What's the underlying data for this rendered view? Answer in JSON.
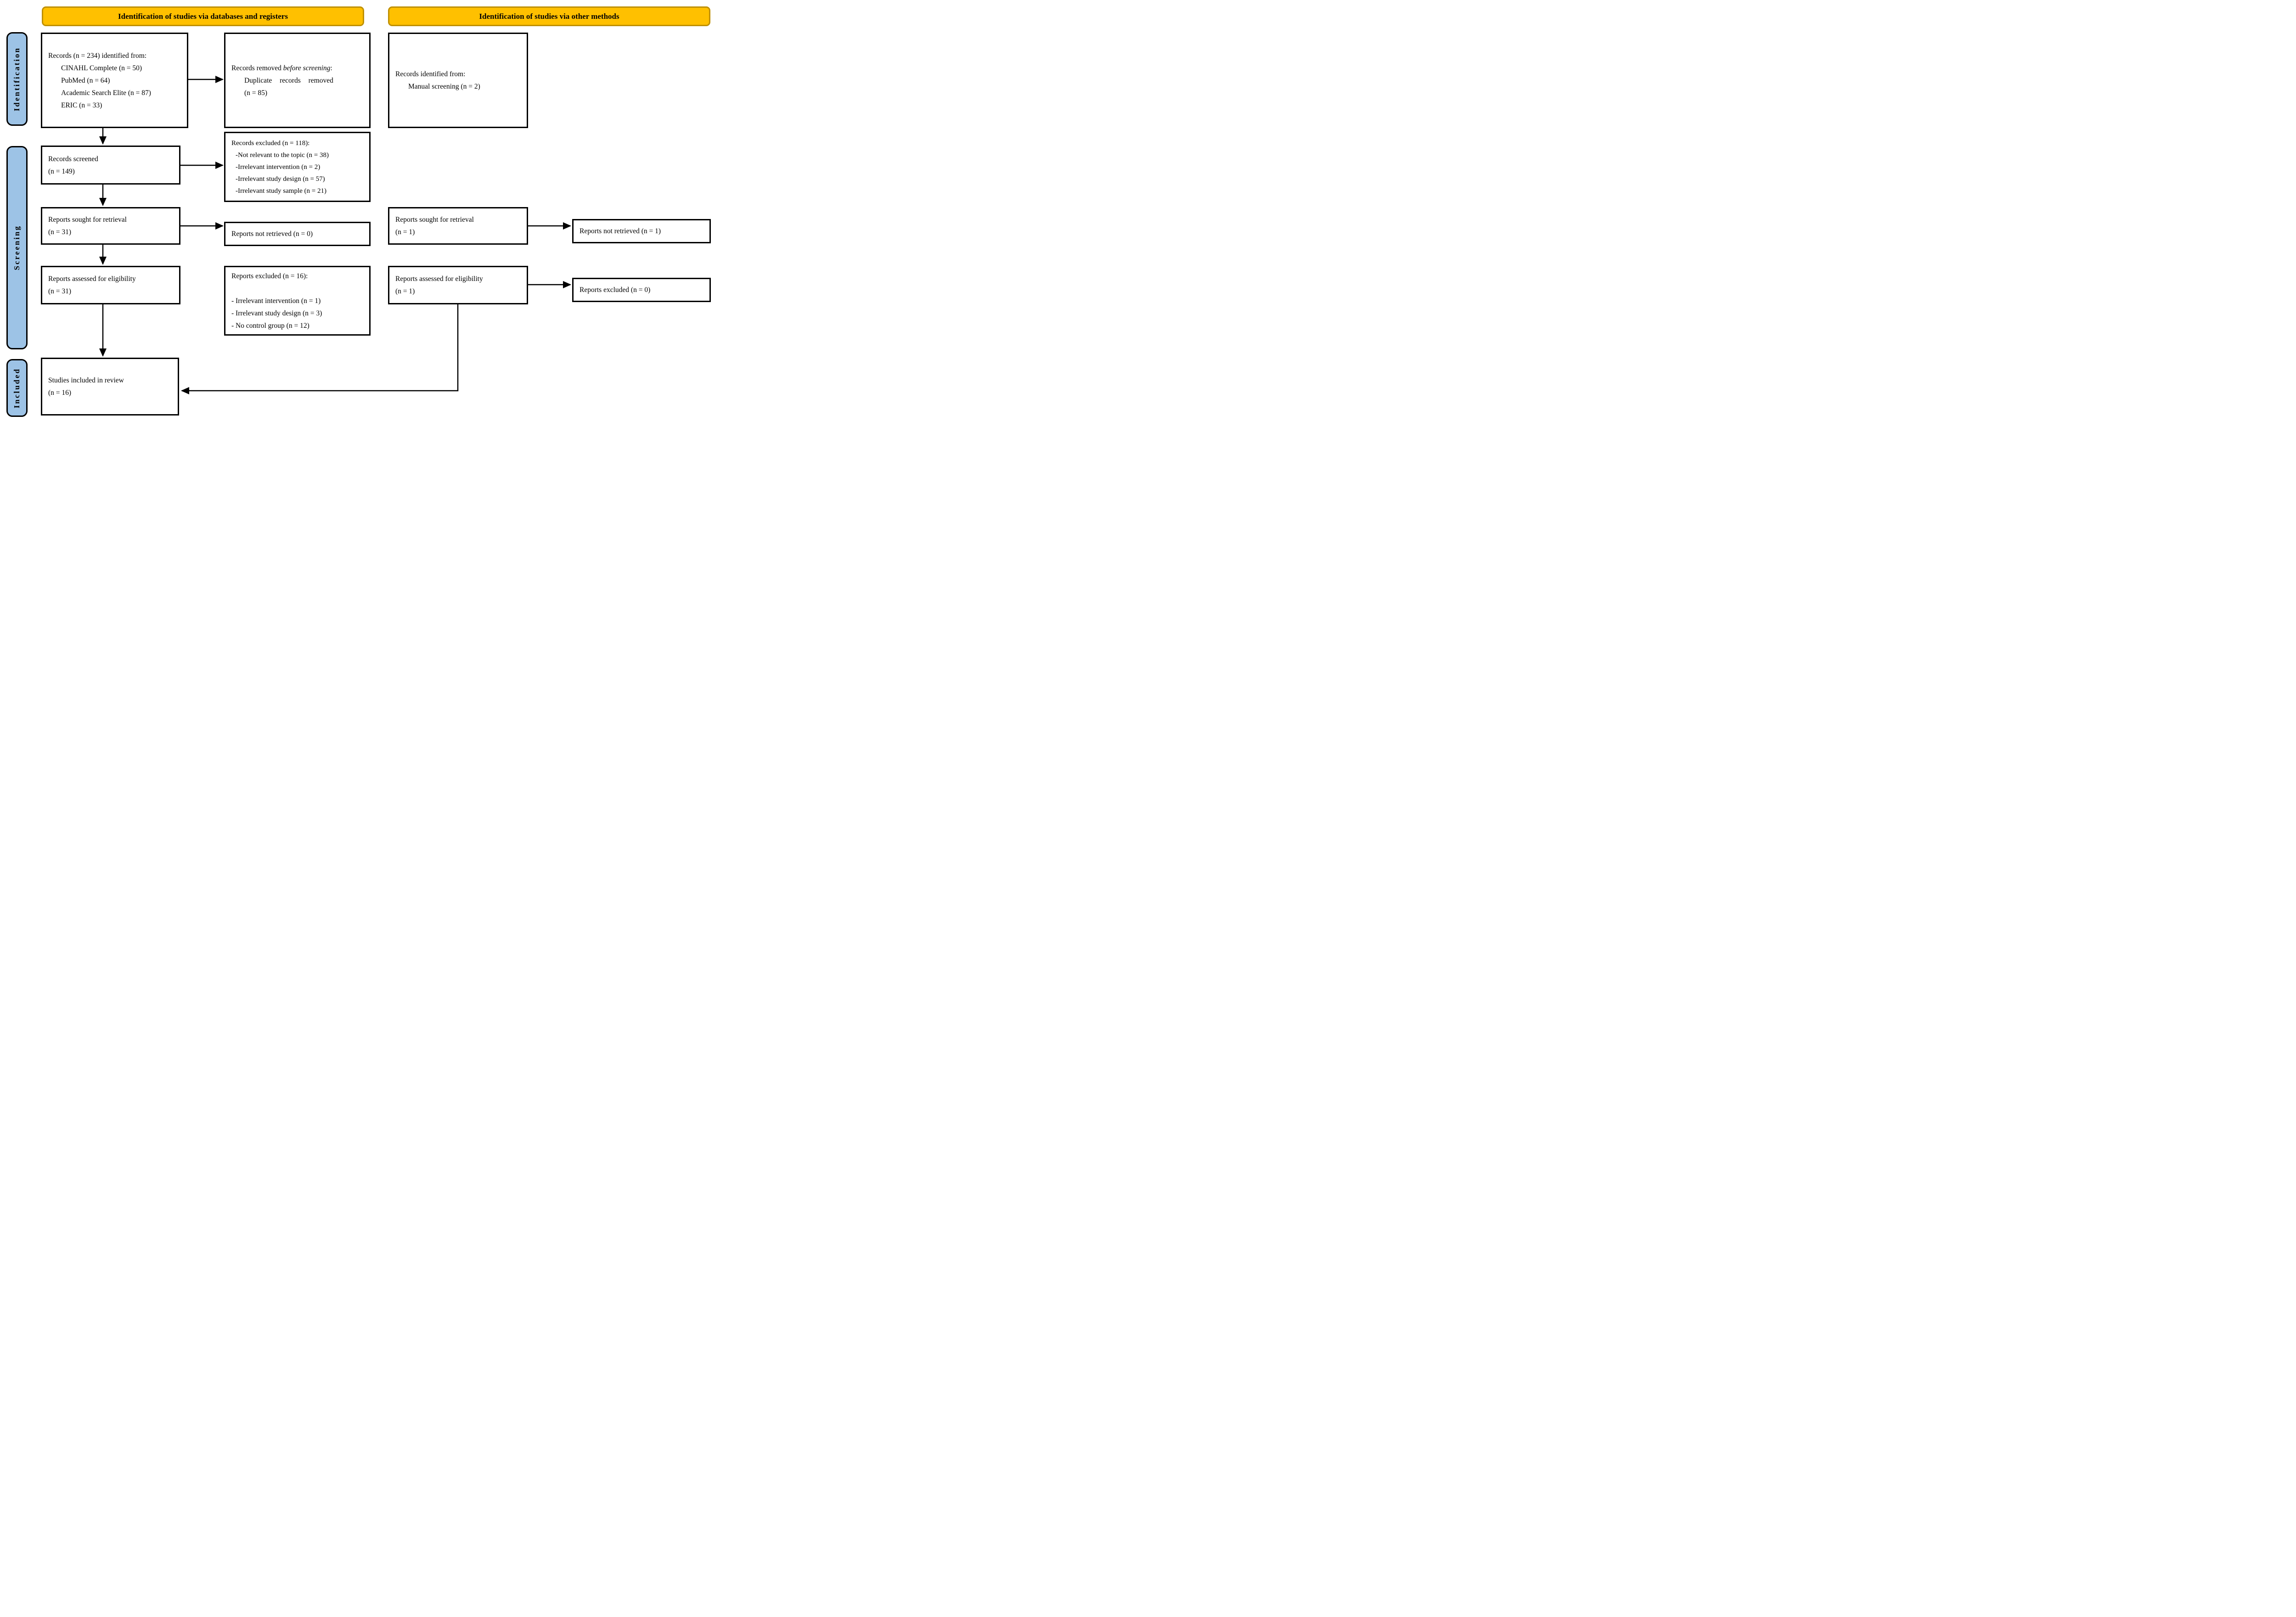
{
  "colors": {
    "header_fill": "#FFC000",
    "header_border": "#BF9000",
    "sidebar_fill": "#9DC3E6",
    "box_border": "#000000",
    "arrow": "#000000"
  },
  "headers": {
    "databases": "Identification of studies via databases and registers",
    "other": "Identification of studies via other methods"
  },
  "sidebar": {
    "identification": "Identification",
    "screening": "Screening",
    "included": "Included"
  },
  "boxes": {
    "records_identified": {
      "title": "Records (n = 234) identified from:",
      "items": [
        "CINAHL Complete (n = 50)",
        "PubMed (n = 64)",
        "Academic Search Elite (n = 87)",
        "ERIC (n = 33)"
      ]
    },
    "records_removed": {
      "line1_pre": "Records removed ",
      "line1_italic": "before screening",
      "line1_post": ":",
      "line2": "Duplicate records removed",
      "line3": "(n = 85)"
    },
    "records_identified_other": {
      "title": "Records identified from:",
      "item": "Manual screening (n = 2)"
    },
    "records_screened": {
      "line1": "Records screened",
      "line2": "(n = 149)"
    },
    "records_excluded": {
      "title": "Records excluded (n = 118):",
      "items": [
        "-Not relevant to the topic (n = 38)",
        "-Irrelevant intervention (n = 2)",
        "-Irrelevant study design (n = 57)",
        "-Irrelevant study sample (n = 21)"
      ]
    },
    "reports_sought": {
      "line1": "Reports sought for retrieval",
      "line2": "(n = 31)"
    },
    "reports_not_retrieved": {
      "label": "Reports not retrieved (n = 0)"
    },
    "reports_sought_other": {
      "line1": "Reports sought for retrieval",
      "line2": "(n = 1)"
    },
    "reports_not_retrieved_other": {
      "label": "Reports not retrieved (n = 1)"
    },
    "reports_assessed": {
      "line1": "Reports assessed for eligibility",
      "line2": "(n = 31)"
    },
    "reports_excluded": {
      "title": "Reports excluded (n = 16):",
      "items": [
        "- Irrelevant intervention (n = 1)",
        "- Irrelevant study design (n = 3)",
        "- No control group (n = 12)"
      ]
    },
    "reports_assessed_other": {
      "line1": "Reports assessed for eligibility",
      "line2": "(n = 1)"
    },
    "reports_excluded_other": {
      "label": "Reports excluded (n = 0)"
    },
    "studies_included": {
      "line1": "Studies included in review",
      "line2": "(n = 16)"
    }
  }
}
